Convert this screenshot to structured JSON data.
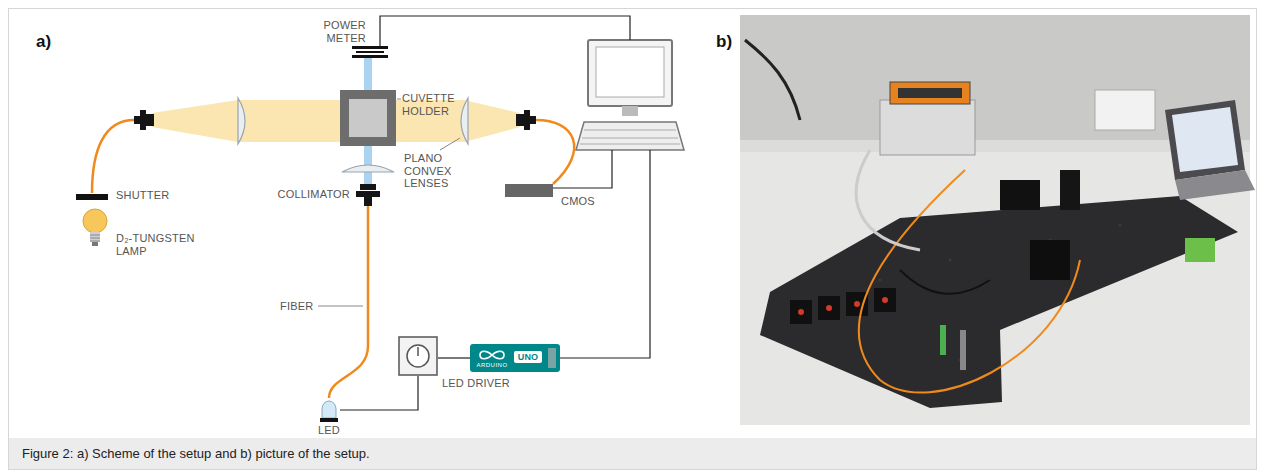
{
  "diagram": {
    "caption": "Figure 2: a) Scheme of the setup and b) picture of the setup.",
    "nodes": [
      {
        "text": [
          "POWER METER"
        ]
      },
      {
        "text": [
          "CUVETTE HOLDER"
        ]
      },
      {
        "text": [
          "SHUTTER"
        ]
      },
      {
        "text": [
          "D₂-TUNGSTEN LAMP"
        ]
      },
      {
        "text": [
          "COLLIMATOR"
        ]
      },
      {
        "text": [
          "CMOS"
        ]
      },
      {
        "text": [
          "LED DRIVER"
        ]
      },
      {
        "text": [
          "UNO",
          "ARDUINO"
        ]
      },
      {
        "text": [
          "LED"
        ]
      }
    ],
    "edges": [
      {
        "from": 6,
        "to": 7,
        "arrow": "none"
      },
      {
        "from": 6,
        "to": 8,
        "arrow": "none"
      },
      {
        "from": 8,
        "to": 4,
        "arrow": "none"
      }
    ],
    "labels": [
      "a)",
      "b)",
      "PLANO CONVEX LENSES",
      "FIBER"
    ]
  }
}
